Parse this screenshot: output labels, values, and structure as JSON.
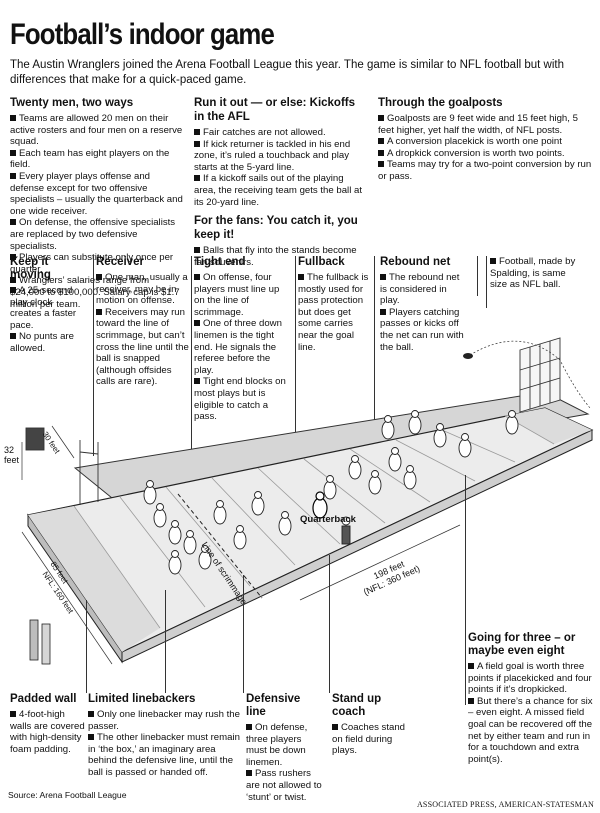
{
  "title": "Football’s indoor game",
  "intro": "The Austin Wranglers joined the Arena Football League this year. The game is similar to NFL football but with differences that make for a quick-paced game.",
  "sections": {
    "twenty_men": {
      "heading": "Twenty men, two ways",
      "bullets": [
        "Teams are allowed 20 men on their active rosters and four men on a reserve squad.",
        "Each team has eight players on the field.",
        "Every player plays offense and defense except for two offensive specialists – usually the quarterback and one wide receiver.",
        "On defense, the offensive specialists are replaced by two defensive specialists.",
        "Players can substitute only once per quarter.",
        "Wranglers’ salaries range from $24,000 to $100,000. Salary cap is $1.7 million per team."
      ]
    },
    "run_it_out": {
      "heading": "Run it out — or else: Kickoffs in the AFL",
      "bullets": [
        "Fair catches are not allowed.",
        "If kick returner is tackled in his end zone, it’s ruled a touchback and play starts at the 5-yard line.",
        "If a kickoff sails out of the playing area, the receiving team gets the ball at its 20-yard line."
      ]
    },
    "fans": {
      "heading": "For the fans: You catch it, you keep it!",
      "bullets": [
        "Balls that fly into the stands become fan souvenirs."
      ]
    },
    "goalposts": {
      "heading": "Through the goalposts",
      "bullets": [
        "Goalposts are 9 feet wide and 15 feet high, 5 feet higher, yet half the width, of NFL posts.",
        "A conversion placekick is worth one point",
        "A dropkick conversion is worth two points.",
        "Teams may try for a two-point conversion by run or pass."
      ]
    }
  },
  "callouts": {
    "keep_moving": {
      "heading": "Keep it moving",
      "bullets": [
        "A 25-second play clock creates a faster pace.",
        "No punts are allowed."
      ]
    },
    "receiver": {
      "heading": "Receiver",
      "bullets": [
        "One man, usually a receiver, may be in motion on offense.",
        "Receivers may run toward the line of scrimmage, but can’t cross the line until the ball is snapped (although offsides calls are rare)."
      ]
    },
    "tight_end": {
      "heading": "Tight end",
      "bullets": [
        "On offense, four players must line up on the line of scrimmage.",
        "One of three down linemen is the tight end. He signals the referee before the play.",
        "Tight end blocks on most plays but is eligible to catch a pass."
      ]
    },
    "fullback": {
      "heading": "Fullback",
      "bullets": [
        "The fullback is mostly used for pass protection but does get some carries near the goal line."
      ]
    },
    "rebound_net": {
      "heading": "Rebound net",
      "bullets": [
        "The rebound net is considered in play.",
        "Players catching passes or kicks off the net can run with the ball."
      ]
    },
    "ball": {
      "bullets": [
        "Football, made by Spalding, is same size as NFL ball."
      ]
    },
    "padded_wall": {
      "heading": "Padded wall",
      "bullets": [
        "4-foot-high walls are covered with high-density foam padding."
      ]
    },
    "linebackers": {
      "heading": "Limited linebackers",
      "bullets": [
        "Only one linebacker may rush the passer.",
        "The other linebacker must remain in ‘the box,’ an imaginary area behind the defensive line, until the ball is passed or handed off."
      ]
    },
    "defensive_line": {
      "heading": "Defensive line",
      "bullets": [
        "On defense, three players must be down linemen.",
        "Pass rushers are not allowed to ‘stunt’ or twist."
      ]
    },
    "coach": {
      "heading": "Stand up coach",
      "bullets": [
        "Coaches stand on field during plays."
      ]
    },
    "going_for_three": {
      "heading": "Going for three – or maybe even eight",
      "bullets": [
        "A field goal is worth three points if placekicked and four points if it’s dropkicked.",
        "But there’s a chance for six – even eight. A missed field goal can be recovered off the net by either team and run in for a touchdown and extra point(s)."
      ]
    }
  },
  "field_labels": {
    "height_32": "32 feet",
    "depth_30": "30 feet",
    "width_85": "85 feet",
    "nfl_width": "NFL: 160 feet",
    "length_198": "198 feet",
    "nfl_length": "(NFL: 360 feet)",
    "scrimmage": "Line of scrimmage",
    "quarterback": "Quarterback"
  },
  "source": "Source: Arena Football League",
  "credit": "ASSOCIATED PRESS, AMERICAN-STATESMAN",
  "colors": {
    "field": "#ececec",
    "wall": "#d2d2d2",
    "ink": "#111111",
    "players": "#ffffff"
  }
}
